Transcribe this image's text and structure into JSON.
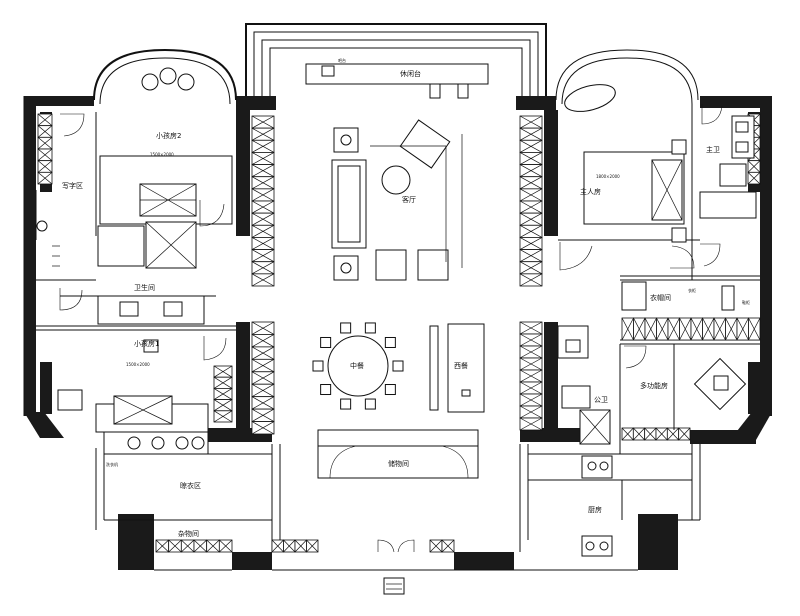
{
  "plan": {
    "rooms": {
      "leisure_bar": "休闲台",
      "living_room": "客厅",
      "small_bedroom_2": "小孩房2",
      "small_bedroom_1": "小孩房1",
      "study_area": "写字区",
      "bathroom": "卫生间",
      "master_bedroom": "主人房",
      "master_bath": "主卫",
      "closet": "衣帽间",
      "multi_function_room": "多功能房",
      "public_bath": "公卫",
      "chinese_dining": "中餐",
      "western_dining": "西餐",
      "storage_room": "储物间",
      "laundry_area": "晾衣区",
      "utility_room": "杂物间",
      "kitchen": "厨房"
    },
    "small_labels": {
      "bed_size_2": "1500×2000",
      "bed_size_1": "1500×2000",
      "bed_size_master": "1800×2000",
      "bar_tag": "吧台",
      "closet_tag": "衣柜",
      "shoe_cabinet": "鞋柜",
      "washer_tag": "洗衣机"
    },
    "colors": {
      "wall": "#1a1a1a",
      "line": "#111111",
      "background": "#ffffff"
    }
  }
}
